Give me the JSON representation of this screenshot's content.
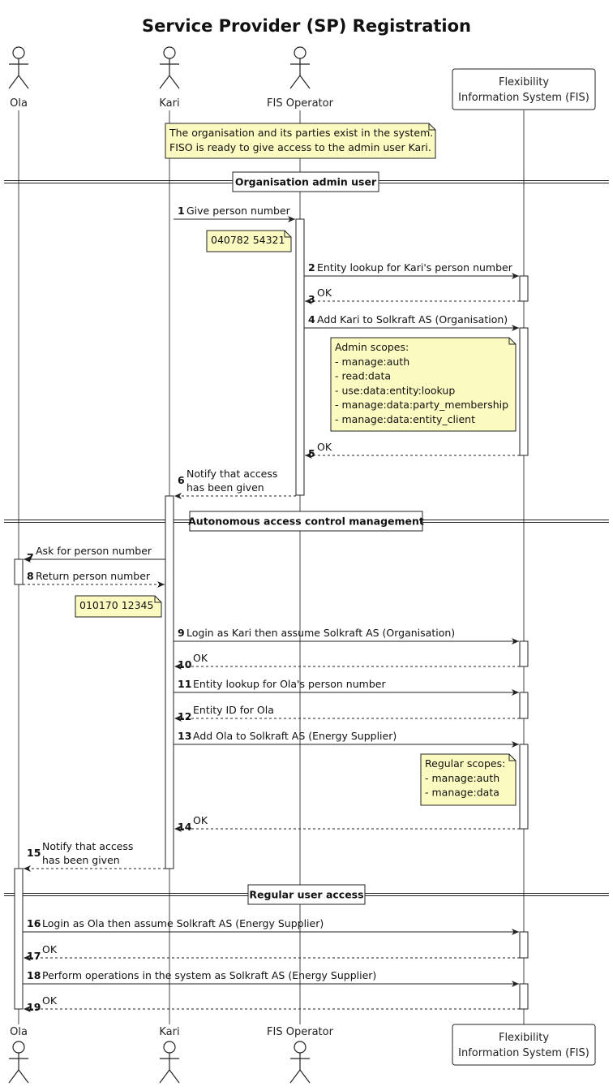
{
  "title": "Service Provider (SP) Registration",
  "participants": [
    {
      "id": "ola",
      "label": "Ola",
      "kind": "actor"
    },
    {
      "id": "kari",
      "label": "Kari",
      "kind": "actor"
    },
    {
      "id": "fiso",
      "label": "FIS Operator",
      "kind": "actor"
    },
    {
      "id": "fis",
      "label": [
        "Flexibility",
        "Information System (FIS)"
      ],
      "kind": "box"
    }
  ],
  "colors": {
    "note_fill": "#fbfbc1",
    "line": "#222222",
    "lifeline": "#444444",
    "activation_fill": "#ffffff"
  },
  "sequence": [
    {
      "type": "note",
      "over": "kari",
      "lines": [
        "The organisation and its parties exist in the system.",
        "FISO is ready to give access to the admin user Kari."
      ]
    },
    {
      "type": "separator",
      "label": "Organisation admin user"
    },
    {
      "type": "message",
      "num": "1",
      "from": "kari",
      "to": "fiso",
      "text": [
        "Give person number"
      ],
      "dashed": false
    },
    {
      "type": "note",
      "leftof": "fiso",
      "lines": [
        "040782 54321"
      ]
    },
    {
      "type": "message",
      "num": "2",
      "from": "fiso",
      "to": "fis",
      "text": [
        "Entity lookup for Kari's person number"
      ],
      "dashed": false
    },
    {
      "type": "message",
      "num": "3",
      "from": "fis",
      "to": "fiso",
      "text": [
        "OK"
      ],
      "dashed": true
    },
    {
      "type": "message",
      "num": "4",
      "from": "fiso",
      "to": "fis",
      "text": [
        "Add Kari to Solkraft AS (Organisation)"
      ],
      "dashed": false
    },
    {
      "type": "note",
      "leftof": "fis",
      "lines": [
        "Admin scopes:",
        "- manage:auth",
        "- read:data",
        "- use:data:entity:lookup",
        "- manage:data:party_membership",
        "- manage:data:entity_client"
      ]
    },
    {
      "type": "message",
      "num": "5",
      "from": "fis",
      "to": "fiso",
      "text": [
        "OK"
      ],
      "dashed": true
    },
    {
      "type": "message",
      "num": "6",
      "from": "fiso",
      "to": "kari",
      "text": [
        "Notify that access",
        "has been given"
      ],
      "dashed": true
    },
    {
      "type": "separator",
      "label": "Autonomous access control management"
    },
    {
      "type": "message",
      "num": "7",
      "from": "kari",
      "to": "ola",
      "text": [
        "Ask for person number"
      ],
      "dashed": false
    },
    {
      "type": "message",
      "num": "8",
      "from": "ola",
      "to": "kari",
      "text": [
        "Return person number"
      ],
      "dashed": true
    },
    {
      "type": "note",
      "leftof": "kari",
      "lines": [
        "010170 12345"
      ]
    },
    {
      "type": "message",
      "num": "9",
      "from": "kari",
      "to": "fis",
      "text": [
        "Login as Kari then assume Solkraft AS (Organisation)"
      ],
      "dashed": false
    },
    {
      "type": "message",
      "num": "10",
      "from": "fis",
      "to": "kari",
      "text": [
        "OK"
      ],
      "dashed": true
    },
    {
      "type": "message",
      "num": "11",
      "from": "kari",
      "to": "fis",
      "text": [
        "Entity lookup for Ola's person number"
      ],
      "dashed": false
    },
    {
      "type": "message",
      "num": "12",
      "from": "fis",
      "to": "kari",
      "text": [
        "Entity ID for Ola"
      ],
      "dashed": true
    },
    {
      "type": "message",
      "num": "13",
      "from": "kari",
      "to": "fis",
      "text": [
        "Add Ola to Solkraft AS (Energy Supplier)"
      ],
      "dashed": false
    },
    {
      "type": "note",
      "leftof": "fis",
      "lines": [
        "Regular scopes:",
        "- manage:auth",
        "- manage:data"
      ]
    },
    {
      "type": "message",
      "num": "14",
      "from": "fis",
      "to": "kari",
      "text": [
        "OK"
      ],
      "dashed": true
    },
    {
      "type": "message",
      "num": "15",
      "from": "kari",
      "to": "ola",
      "text": [
        "Notify that access",
        "has been given"
      ],
      "dashed": true
    },
    {
      "type": "separator",
      "label": "Regular user access"
    },
    {
      "type": "message",
      "num": "16",
      "from": "ola",
      "to": "fis",
      "text": [
        "Login as Ola then assume Solkraft AS (Energy Supplier)"
      ],
      "dashed": false
    },
    {
      "type": "message",
      "num": "17",
      "from": "fis",
      "to": "ola",
      "text": [
        "OK"
      ],
      "dashed": true
    },
    {
      "type": "message",
      "num": "18",
      "from": "ola",
      "to": "fis",
      "text": [
        "Perform operations in the system as Solkraft AS (Energy Supplier)"
      ],
      "dashed": false
    },
    {
      "type": "message",
      "num": "19",
      "from": "fis",
      "to": "ola",
      "text": [
        "OK"
      ],
      "dashed": true
    }
  ]
}
